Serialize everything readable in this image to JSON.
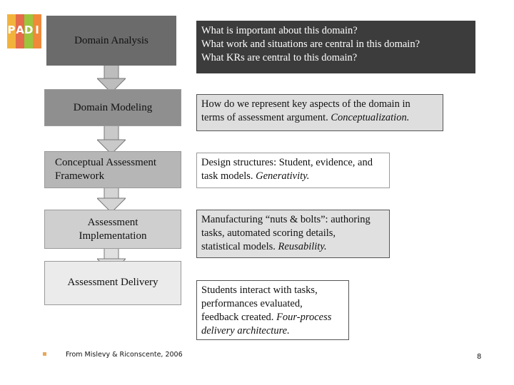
{
  "logo": {
    "letters": [
      "P",
      "A",
      "D",
      "I"
    ],
    "colors": [
      "#f2b33d",
      "#e56b4a",
      "#9bc53d",
      "#f08a3a"
    ]
  },
  "stages": [
    {
      "label": "Domain Analysis"
    },
    {
      "label": "Domain Modeling"
    },
    {
      "label": "Conceptual Assessment\nFramework"
    },
    {
      "label": "Assessment\nImplementation"
    },
    {
      "label": "Assessment Delivery"
    }
  ],
  "descriptions": [
    {
      "lines": [
        "What is important about this domain?",
        "What work and situations are central in this domain?",
        "What KRs are central to this domain?"
      ]
    },
    {
      "line1": "How do we represent key aspects of the  domain in",
      "line2_plain": "terms of assessment argument. ",
      "line2_em": "Conceptualization."
    },
    {
      "line1": "Design structures: Student, evidence, and",
      "line2_plain": "task models.  ",
      "line2_em": "Generativity."
    },
    {
      "line1": "Manufacturing “nuts & bolts”: authoring",
      "line2": "tasks, automated scoring details,",
      "line3_plain": "statistical models.  ",
      "line3_em": "Reusability."
    },
    {
      "line1": "Students interact with tasks,",
      "line2": "performances evaluated,",
      "line3_plain": "feedback created.  ",
      "line3_em": "Four-process",
      "line4_em": "delivery architecture."
    }
  ],
  "footer": {
    "source": "From Mislevy & Riconscente, 2006",
    "page_number": "8"
  }
}
